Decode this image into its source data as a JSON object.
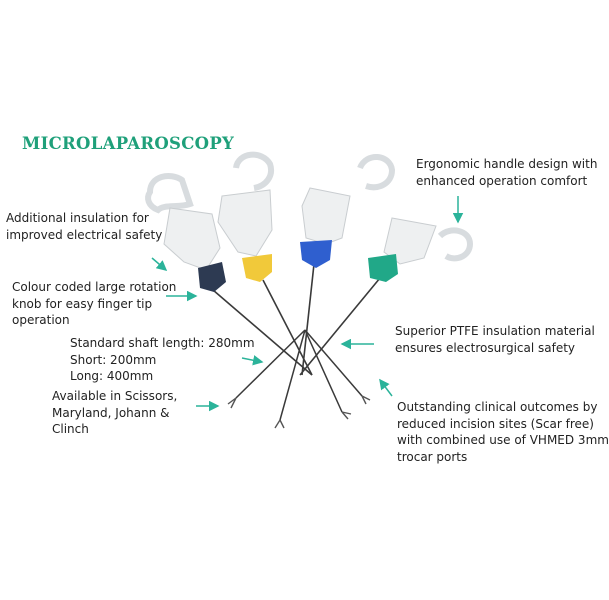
{
  "title": "MICROLAPAROSCOPY",
  "colors": {
    "title": "#1fa07a",
    "arrow": "#2bb39a",
    "knob_navy": "#2d3a52",
    "knob_yellow": "#f1c93a",
    "knob_blue": "#2f5fcf",
    "knob_green": "#21a888",
    "handle": "#eef0f1",
    "shaft": "#3a3a3a"
  },
  "labels": {
    "ergonomic": [
      "Ergonomic handle design with",
      "enhanced operation comfort"
    ],
    "insulation": [
      "Additional insulation for",
      "improved electrical safety"
    ],
    "knob": [
      "Colour coded large rotation",
      "knob for easy finger tip",
      "operation"
    ],
    "ptfe": [
      "Superior PTFE insulation material",
      "ensures electrosurgical safety"
    ],
    "shaft": [
      "Standard shaft length: 280mm",
      "Short: 200mm",
      "Long: 400mm"
    ],
    "available": [
      "Available in Scissors,",
      "Maryland, Johann &",
      "Clinch"
    ],
    "outcomes": [
      "Outstanding clinical outcomes by",
      "reduced incision sites (Scar free)",
      "with combined use of VHMED 3mm",
      "trocar ports"
    ]
  }
}
